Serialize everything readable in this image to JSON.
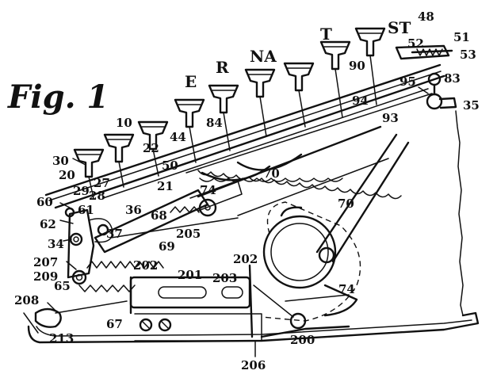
{
  "figure": {
    "title": "Fig. 1"
  },
  "key_labels": {
    "E": "E",
    "R": "R",
    "NA": "NA",
    "T": "T",
    "ST": "ST"
  },
  "part_numbers": [
    "10",
    "20",
    "21",
    "22",
    "27",
    "28",
    "29",
    "30",
    "34",
    "35",
    "36",
    "37",
    "44",
    "48",
    "50",
    "51",
    "52",
    "53",
    "60",
    "61",
    "62",
    "65",
    "67",
    "68",
    "69",
    "70",
    "74",
    "83",
    "84",
    "90",
    "93",
    "94",
    "95",
    "200",
    "201",
    "202",
    "203",
    "205",
    "206",
    "207",
    "208",
    "209",
    "213"
  ],
  "colors": {
    "ink": "#111111",
    "paper": "#ffffff"
  }
}
